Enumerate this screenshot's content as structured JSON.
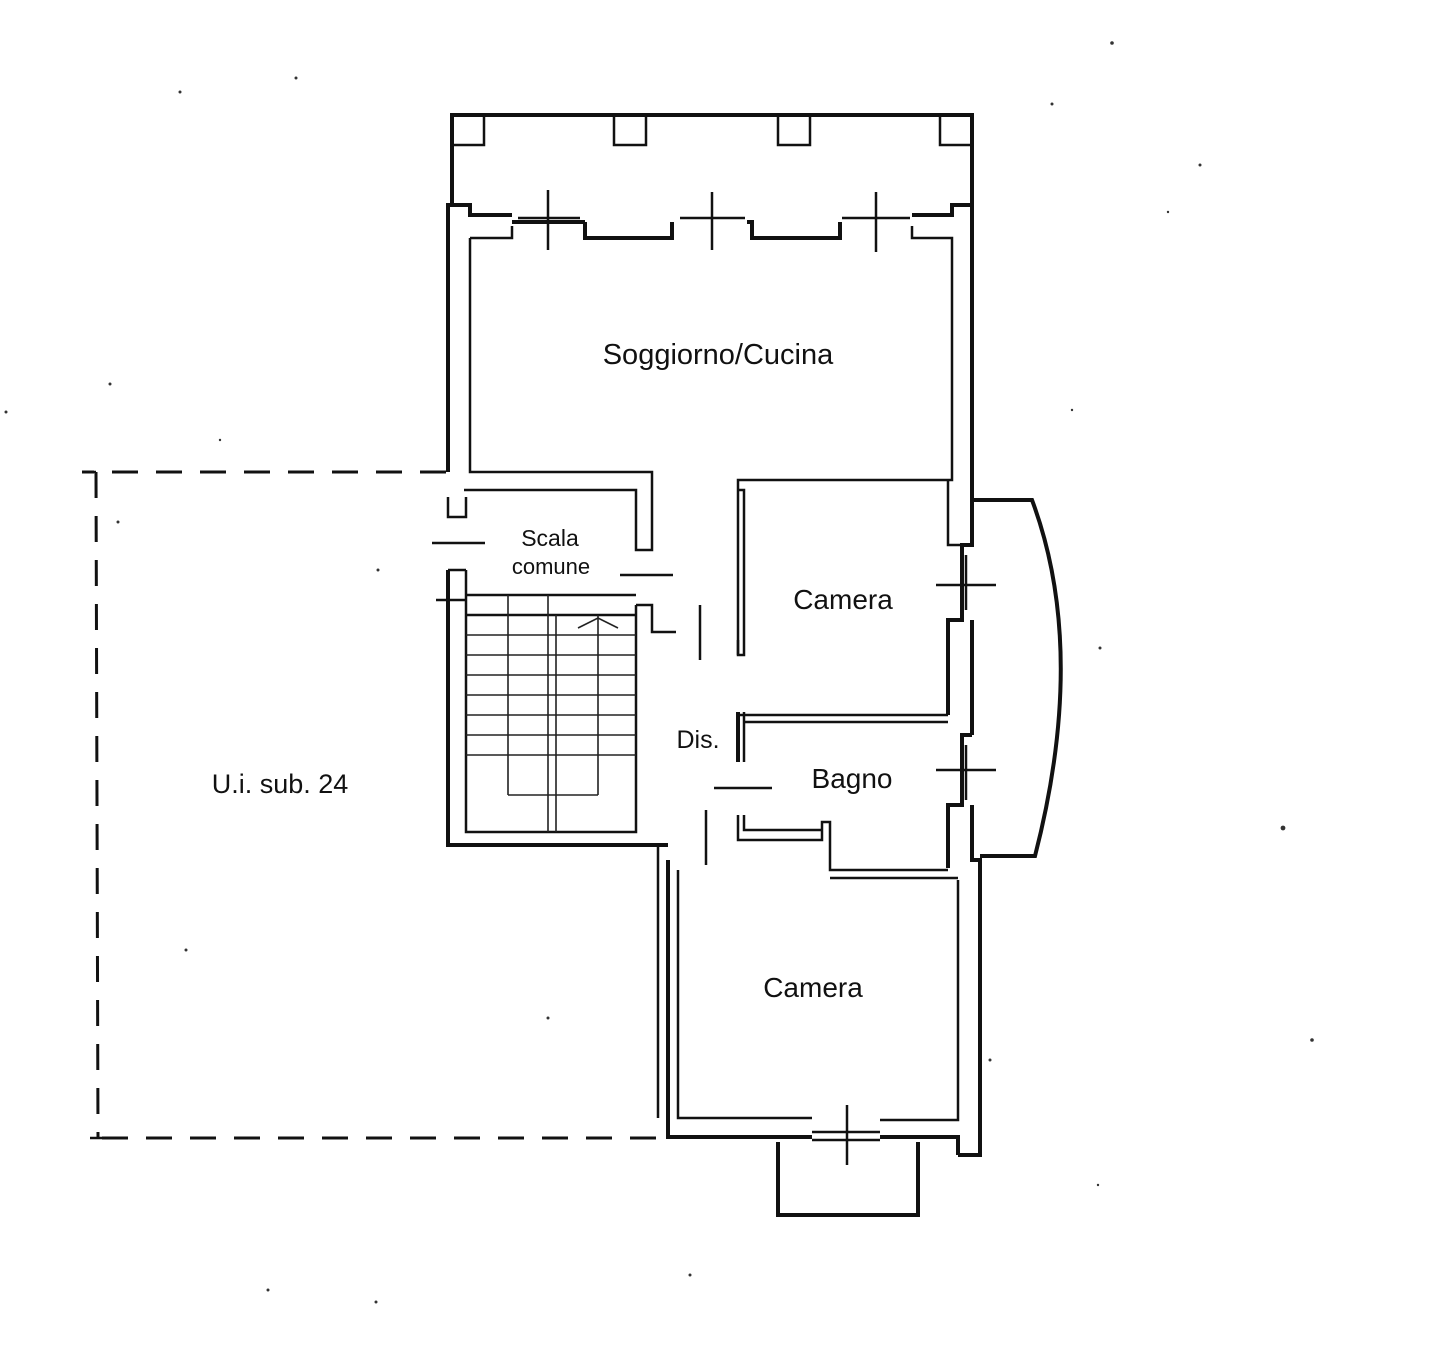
{
  "rooms": {
    "living_kitchen": "Soggiorno/Cucina",
    "stair_line1": "Scala",
    "stair_line2": "comune",
    "bedroom_upper": "Camera",
    "hallway": "Dis.",
    "bathroom": "Bagno",
    "bedroom_lower": "Camera",
    "adjacent_unit": "U.i. sub. 24"
  }
}
